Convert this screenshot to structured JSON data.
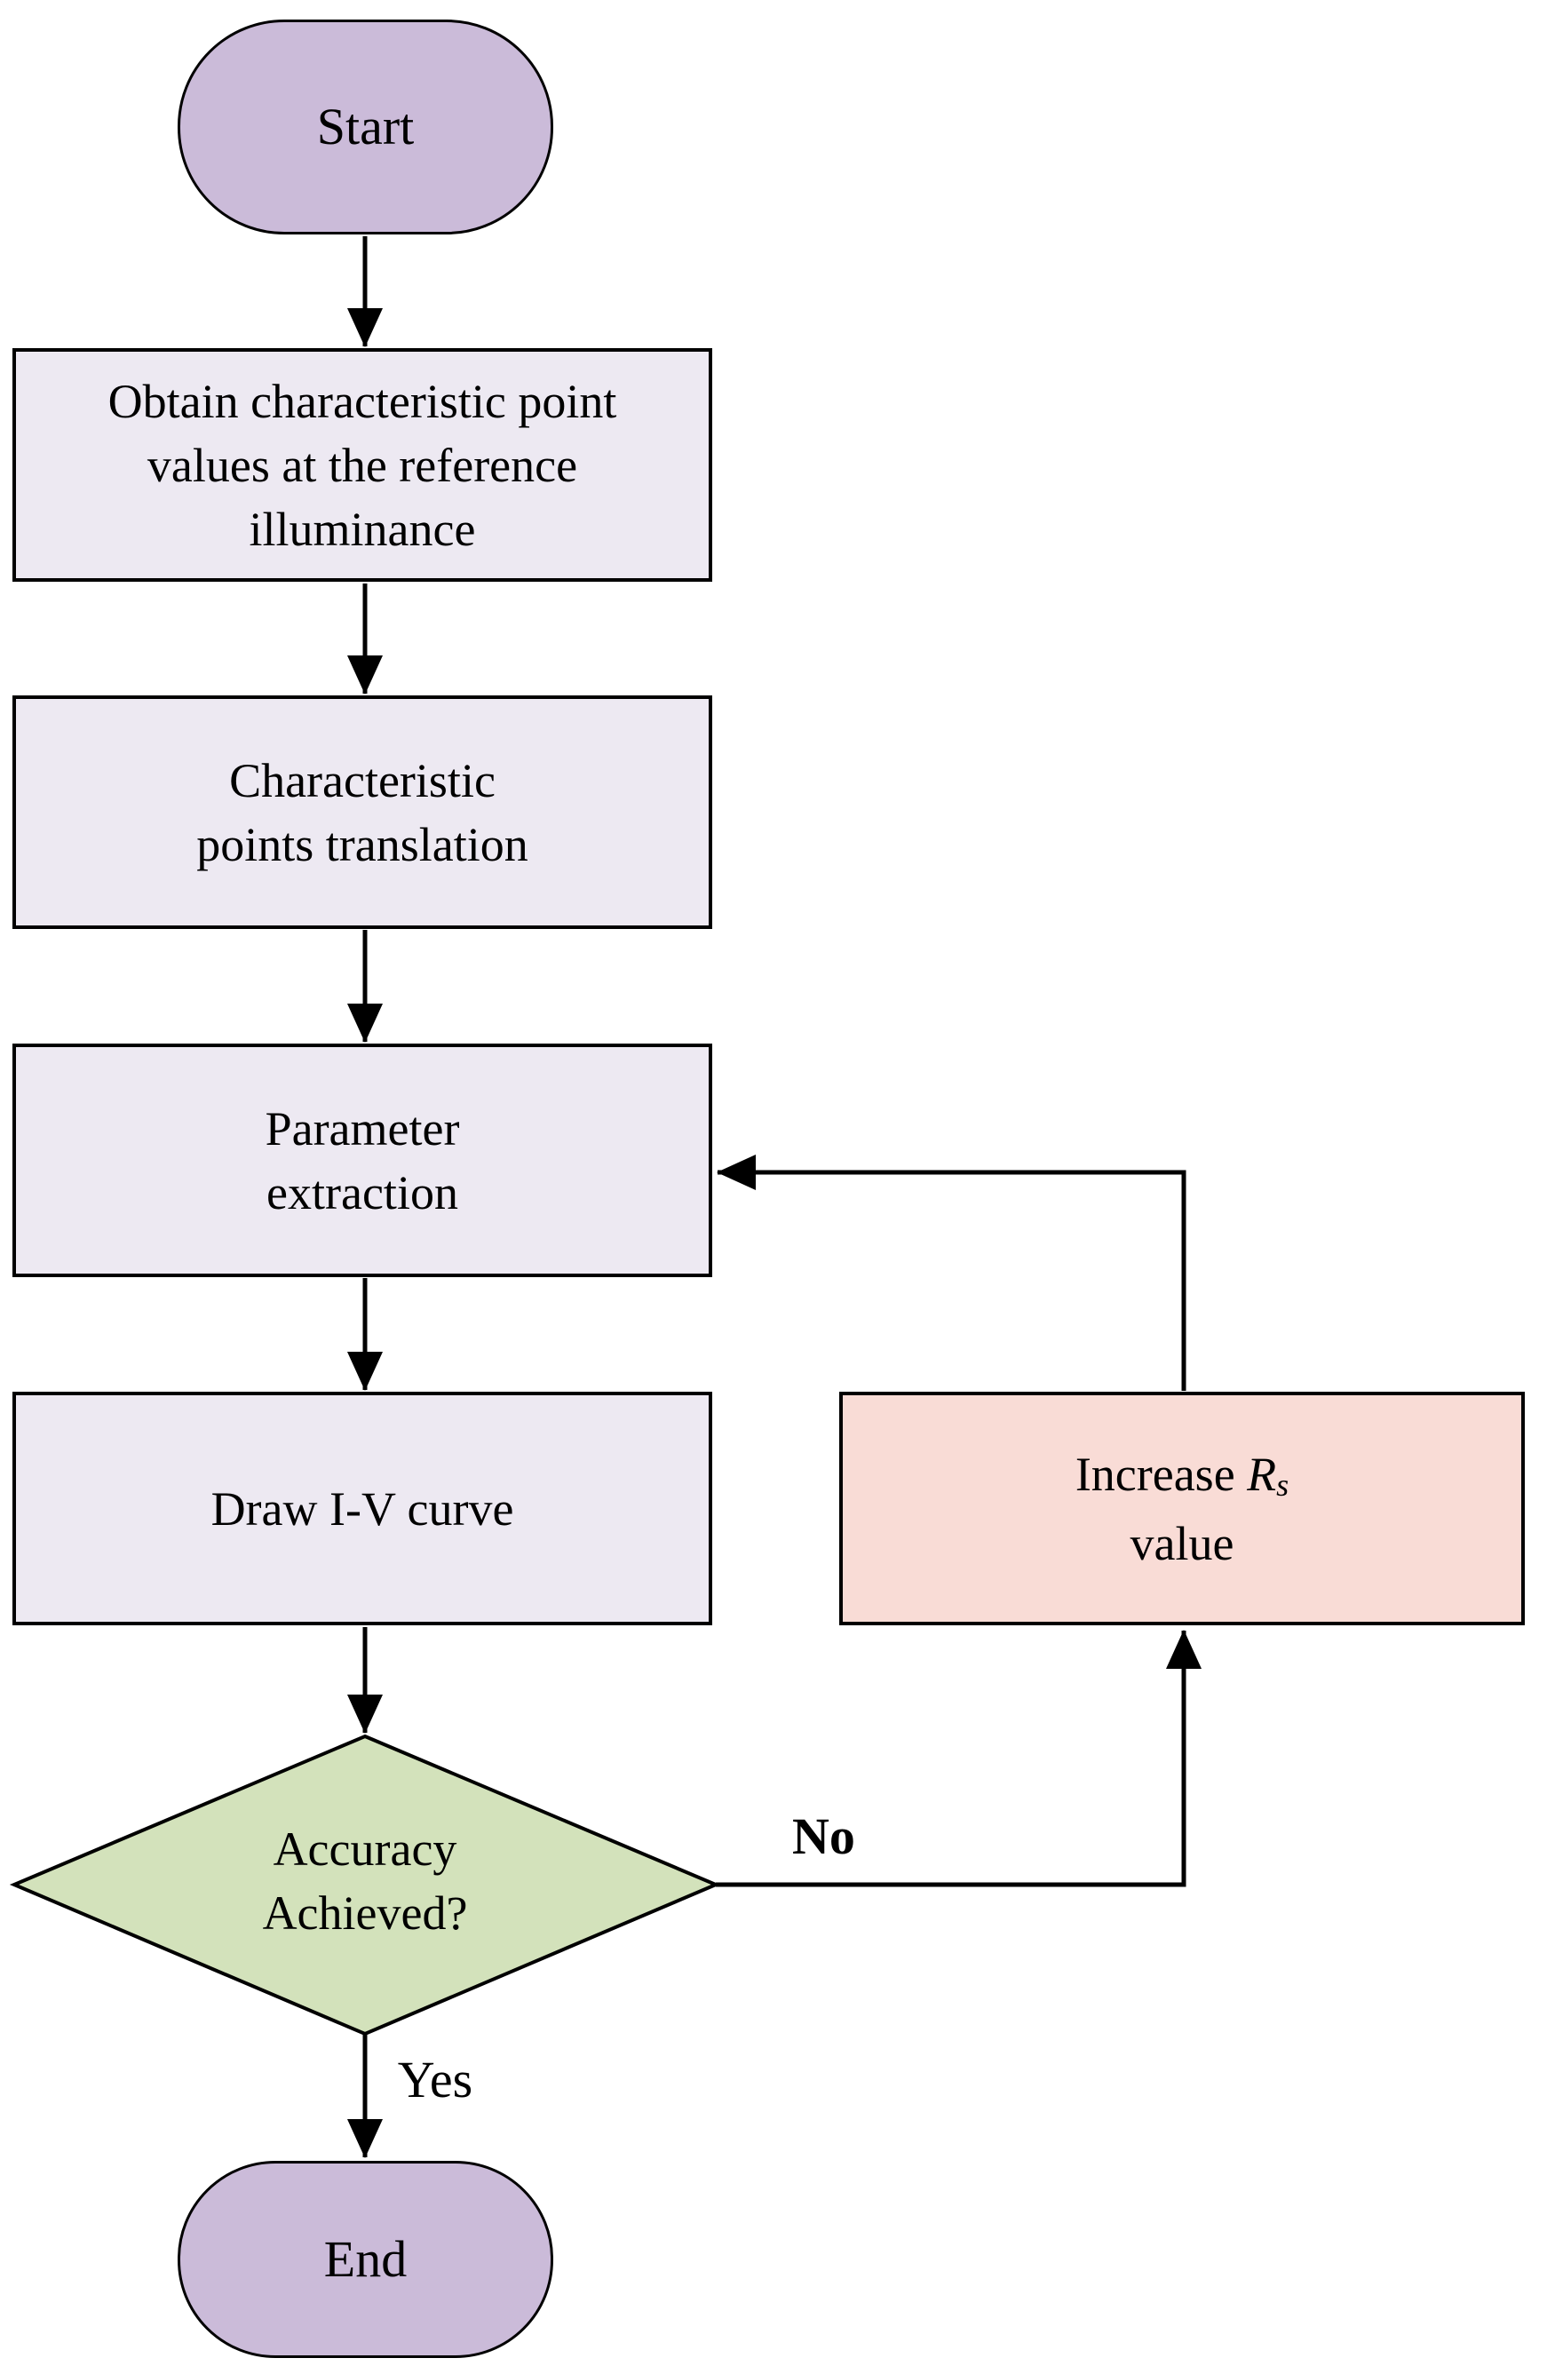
{
  "diagram": {
    "colors": {
      "page_bg": "#ffffff",
      "terminal_fill": "#cbbbd9",
      "process_fill": "#ede9f2",
      "decision_fill": "#d3e2bb",
      "loop_fill": "#f9dcd6",
      "stroke_color": "#000000",
      "text_color": "#000000"
    },
    "nodes": {
      "start": {
        "label": "Start"
      },
      "obtain": {
        "lines": [
          "Obtain characteristic point",
          "values at the reference",
          "illuminance"
        ]
      },
      "translate": {
        "lines": [
          "Characteristic",
          "points translation"
        ]
      },
      "extract": {
        "lines": [
          "Parameter",
          "extraction"
        ]
      },
      "draw": {
        "label": "Draw I-V curve"
      },
      "decision": {
        "lines": [
          "Accuracy",
          "Achieved?"
        ]
      },
      "increase": {
        "line1_prefix": "Increase ",
        "symbol": "R",
        "subscript": "s",
        "line2": "value"
      },
      "end": {
        "label": "End"
      }
    },
    "edge_labels": {
      "yes": "Yes",
      "no": "No"
    }
  }
}
